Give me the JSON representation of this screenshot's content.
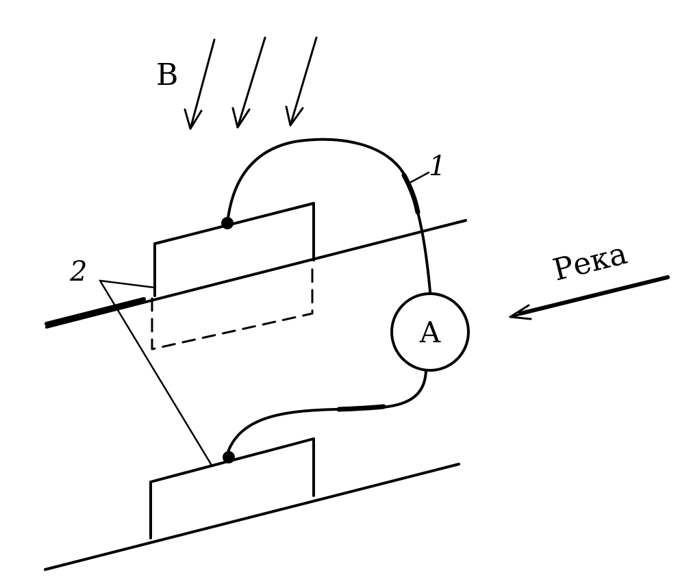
{
  "labels": {
    "field": "B",
    "wire_number": "1",
    "plates_number": "2",
    "ammeter": "A",
    "river": "Река"
  },
  "colors": {
    "ink": "#000000",
    "background": "#ffffff"
  }
}
